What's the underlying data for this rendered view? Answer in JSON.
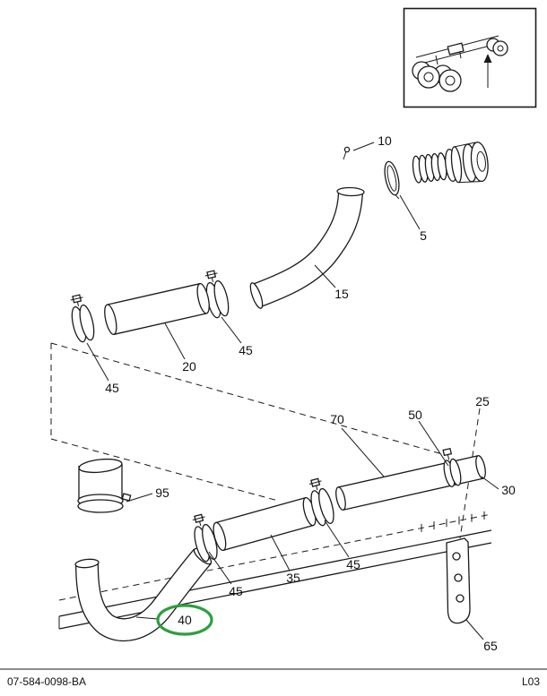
{
  "page": {
    "footer": {
      "doc_number": "07-584-0098-BA",
      "page_code": "L03"
    }
  },
  "diagram": {
    "type": "exploded-parts-diagram",
    "highlight_color": "#2f9e3f",
    "inset": {
      "description": "truck-chassis-locator-thumbnail"
    },
    "callouts": [
      {
        "part": "bolt",
        "label": "10"
      },
      {
        "part": "v-band-clamp",
        "label": "5"
      },
      {
        "part": "upper-elbow-pipe",
        "label": "15"
      },
      {
        "part": "upper-hose",
        "label": "20"
      },
      {
        "part": "hose-clamp-upper-left",
        "label": "45"
      },
      {
        "part": "hose-clamp-upper-mid",
        "label": "45"
      },
      {
        "part": "sleeve-with-clamp",
        "label": "95"
      },
      {
        "part": "hose-assembly-ref",
        "label": "70"
      },
      {
        "part": "support-clamp",
        "label": "50"
      },
      {
        "part": "alignment-ref",
        "label": "25"
      },
      {
        "part": "long-pipe",
        "label": "30"
      },
      {
        "part": "lower-hose",
        "label": "35"
      },
      {
        "part": "hose-clamp-lower-left",
        "label": "45"
      },
      {
        "part": "hose-clamp-lower-right",
        "label": "45"
      },
      {
        "part": "lower-elbow-pipe",
        "label": "40",
        "highlighted": true
      },
      {
        "part": "support-bracket",
        "label": "65"
      }
    ]
  }
}
